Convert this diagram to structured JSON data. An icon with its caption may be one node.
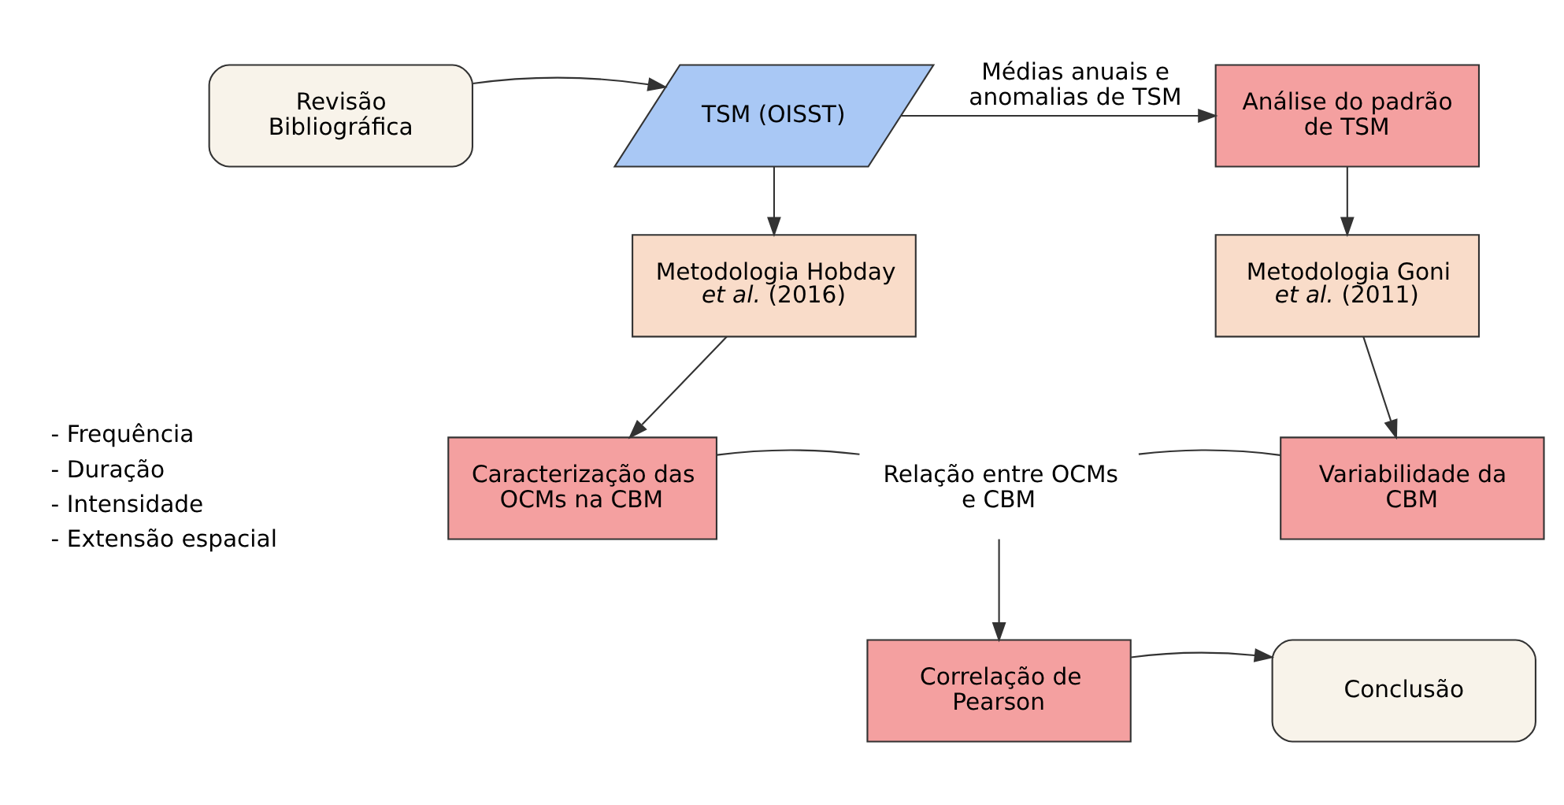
{
  "diagram": {
    "nodes": [
      {
        "text": [
          "Revisão Bibliográfica"
        ]
      },
      {
        "text": [
          "TSM (OISST)"
        ]
      },
      {
        "text": [
          "Análise do padrão de TSM"
        ]
      },
      {
        "text": [
          "Metodologia Hobday *et al.* (2016)"
        ]
      },
      {
        "text": [
          "Metodologia Goni *et al.* (2011)"
        ]
      },
      {
        "text": [
          "Caracterização das OCMs na CBM"
        ]
      },
      {
        "text": [
          "Relação entre OCMs e CBM"
        ]
      },
      {
        "text": [
          "Variabilidade da CBM"
        ]
      },
      {
        "text": [
          "Correlação de Pearson"
        ]
      },
      {
        "text": [
          "Conclusão"
        ]
      }
    ],
    "edges": [
      {
        "from": 0,
        "to": 1,
        "arrow": "to"
      },
      {
        "from": 1,
        "to": 2,
        "arrow": "to",
        "label": "Médias anuais e anomalias de TSM"
      },
      {
        "from": 1,
        "to": 3,
        "arrow": "to"
      },
      {
        "from": 2,
        "to": 4,
        "arrow": "to"
      },
      {
        "from": 3,
        "to": 5,
        "arrow": "to"
      },
      {
        "from": 4,
        "to": 7,
        "arrow": "to"
      },
      {
        "from": 5,
        "to": 6,
        "arrow": "none"
      },
      {
        "from": 7,
        "to": 6,
        "arrow": "none"
      },
      {
        "from": 6,
        "to": 8,
        "arrow": "to"
      },
      {
        "from": 8,
        "to": 9,
        "arrow": "to"
      }
    ],
    "labels": [
      "- Frequência",
      "- Duração",
      "- Intensidade",
      "- Extensão espacial"
    ]
  }
}
